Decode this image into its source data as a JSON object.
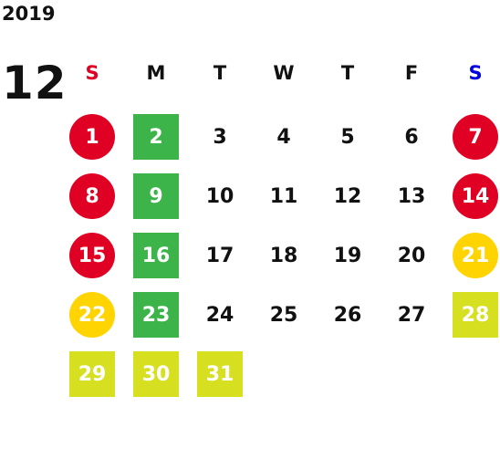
{
  "calendar": {
    "year": "2019",
    "month": "12",
    "weekdays": [
      {
        "label": "S",
        "color": "#e00023"
      },
      {
        "label": "M",
        "color": "#111111"
      },
      {
        "label": "T",
        "color": "#111111"
      },
      {
        "label": "W",
        "color": "#111111"
      },
      {
        "label": "T",
        "color": "#111111"
      },
      {
        "label": "F",
        "color": "#111111"
      },
      {
        "label": "S",
        "color": "#0000e0"
      }
    ],
    "colors": {
      "red_circle": "#e00023",
      "yellow_circle": "#ffd400",
      "green_square": "#3cb44a",
      "lime_square": "#d6e021"
    },
    "days": [
      {
        "label": "1",
        "style": "red"
      },
      {
        "label": "2",
        "style": "green"
      },
      {
        "label": "3",
        "style": "plain"
      },
      {
        "label": "4",
        "style": "plain"
      },
      {
        "label": "5",
        "style": "plain"
      },
      {
        "label": "6",
        "style": "plain"
      },
      {
        "label": "7",
        "style": "red"
      },
      {
        "label": "8",
        "style": "red"
      },
      {
        "label": "9",
        "style": "green"
      },
      {
        "label": "10",
        "style": "plain"
      },
      {
        "label": "11",
        "style": "plain"
      },
      {
        "label": "12",
        "style": "plain"
      },
      {
        "label": "13",
        "style": "plain"
      },
      {
        "label": "14",
        "style": "red"
      },
      {
        "label": "15",
        "style": "red"
      },
      {
        "label": "16",
        "style": "green"
      },
      {
        "label": "17",
        "style": "plain"
      },
      {
        "label": "18",
        "style": "plain"
      },
      {
        "label": "19",
        "style": "plain"
      },
      {
        "label": "20",
        "style": "plain"
      },
      {
        "label": "21",
        "style": "yellow"
      },
      {
        "label": "22",
        "style": "yellow"
      },
      {
        "label": "23",
        "style": "green"
      },
      {
        "label": "24",
        "style": "plain"
      },
      {
        "label": "25",
        "style": "plain"
      },
      {
        "label": "26",
        "style": "plain"
      },
      {
        "label": "27",
        "style": "plain"
      },
      {
        "label": "28",
        "style": "lime"
      },
      {
        "label": "29",
        "style": "lime"
      },
      {
        "label": "30",
        "style": "lime"
      },
      {
        "label": "31",
        "style": "lime"
      }
    ]
  }
}
